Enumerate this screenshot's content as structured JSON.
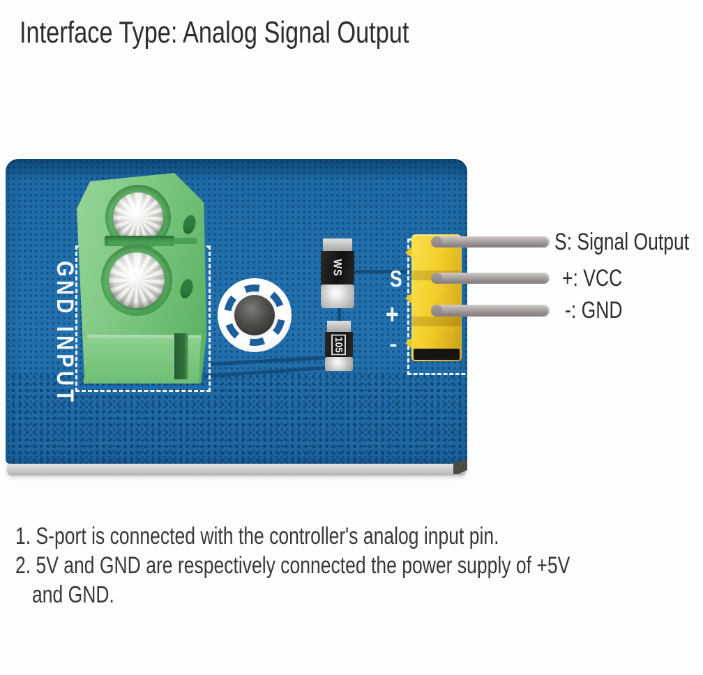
{
  "title": "Interface Type: Analog Signal Output",
  "board": {
    "terminal_label": "GND INPUT",
    "silkscreen_pins": [
      "S",
      "+",
      "-"
    ],
    "diode_marking": "WS",
    "resistor_marking": "105",
    "colors": {
      "pcb_blue": "#1e6aa6",
      "terminal_green": "#72c276",
      "header_yellow": "#f2cf2e",
      "pcb_edge_silver": "#cfcfcf",
      "silkscreen_white": "#f4f7f9",
      "text_dark": "#2e2e2e"
    }
  },
  "pin_labels": [
    {
      "pin": "S",
      "label": "S: Signal Output"
    },
    {
      "pin": "+",
      "label": "+: VCC"
    },
    {
      "pin": "-",
      "label": "-: GND"
    }
  ],
  "notes": [
    "1. S-port is connected with the controller's analog input pin.",
    "2. 5V and GND are respectively connected the power supply of +5V",
    "and GND."
  ]
}
